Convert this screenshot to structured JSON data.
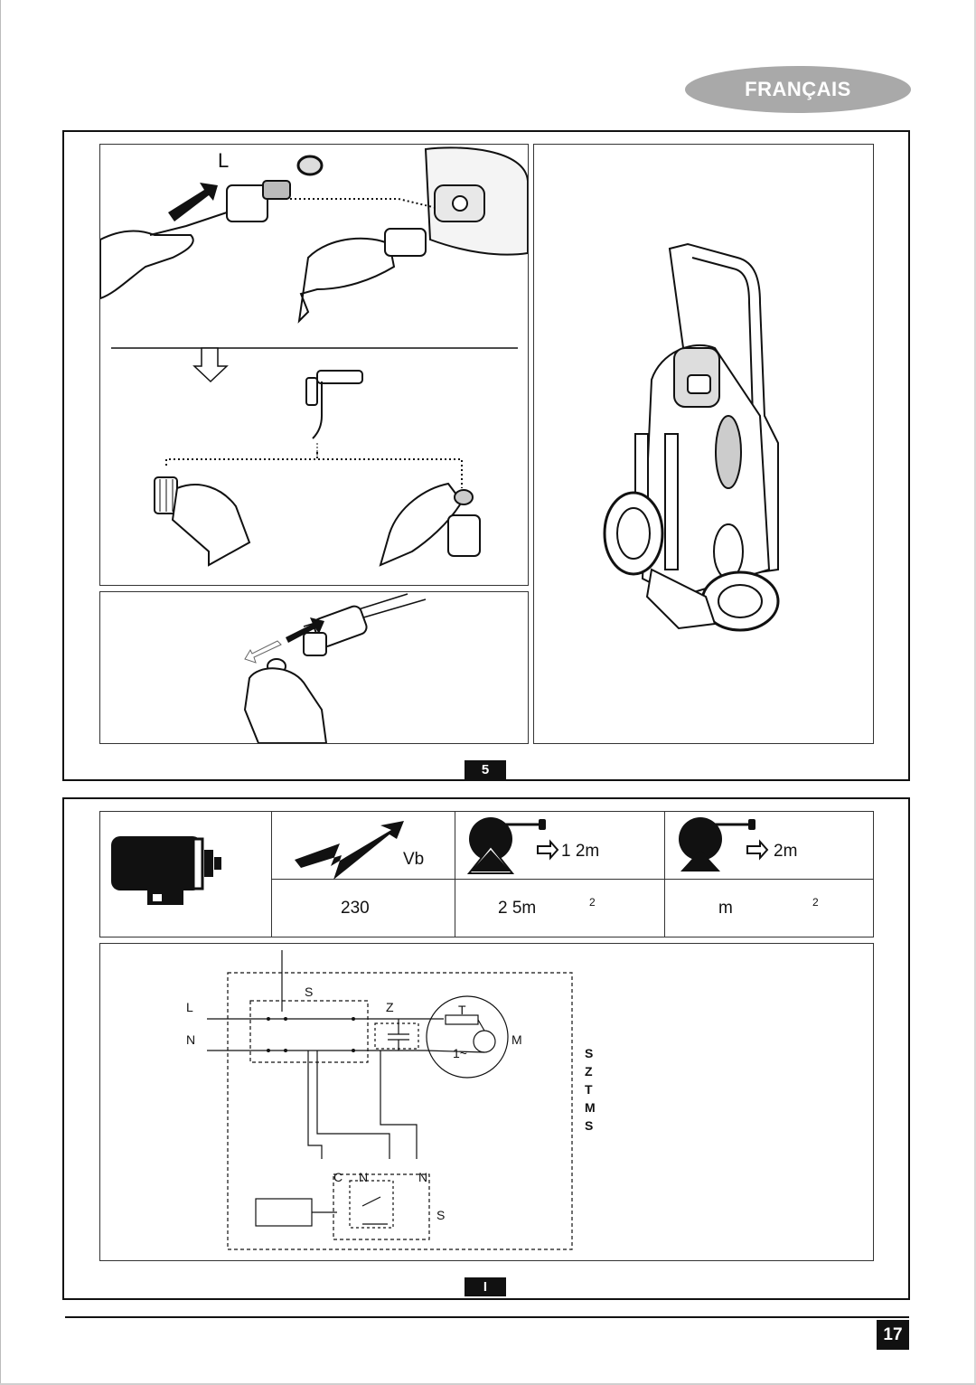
{
  "header": {
    "language": "FRANÇAIS"
  },
  "figures": {
    "fig5": {
      "tab_label": "5",
      "hose_callout": "L"
    },
    "figI": {
      "tab_label": "I",
      "spec_table": {
        "voltage_unit": "Vb",
        "cable_length_1": "1 2m",
        "cable_length_2": "2m",
        "voltage_value": "230",
        "cross_section_1": "2 5m",
        "cross_section_1_exp": "2",
        "cross_section_2": "m",
        "cross_section_2_exp": "2"
      },
      "schematic": {
        "label_L": "L",
        "label_N": "N",
        "label_S": "S",
        "label_Z": "Z",
        "label_T": "T",
        "label_M": "M",
        "label_1ph": "1~",
        "label_C": "C",
        "label_NO": "N",
        "label_NC": "N",
        "label_switch": "S",
        "legend": [
          "S",
          "Z",
          "T",
          "M",
          "S"
        ]
      }
    }
  },
  "footer": {
    "page_number": "17"
  }
}
